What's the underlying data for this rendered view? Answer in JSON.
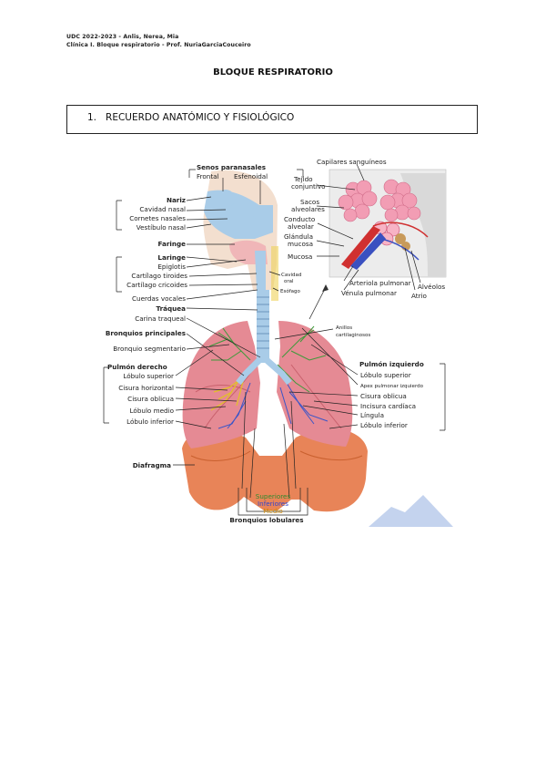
{
  "header": {
    "line1": "UDC 2022-2023 - Anlis, Nerea, Mia",
    "line2": "Clínica I. Bloque respiratorio - Prof. NuriaGarciaCouceiro"
  },
  "title": "BLOQUE RESPIRATORIO",
  "section": {
    "number": "1.",
    "text": "RECUERDO ANATÓMICO Y FISIOLÓGICO"
  },
  "diagram": {
    "labels": {
      "senos": "Senos paranasales",
      "frontal": "Frontal",
      "esfenoidal": "Esfenoidal",
      "nariz": "Nariz",
      "cavidad_nasal": "Cavidad nasal",
      "cornetes": "Cornetes nasales",
      "vestibulo": "Vestíbulo nasal",
      "faringe": "Faringe",
      "laringe": "Laringe",
      "epiglotis": "Epiglotis",
      "tiroides": "Cartílago tiroides",
      "cricoides": "Cartílago cricoides",
      "cuerdas": "Cuerdas vocales",
      "traquea": "Tráquea",
      "carina": "Carina traqueal",
      "bronquios_principales": "Bronquios principales",
      "bronquio_segmentario": "Bronquio segmentario",
      "pulmon_derecho": "Pulmón derecho",
      "lobulo_superior_d": "Lóbulo superior",
      "cisura_horizontal": "Cisura horizontal",
      "cisura_oblicua_d": "Cisura oblicua",
      "lobulo_medio": "Lóbulo medio",
      "lobulo_inferior_d": "Lóbulo inferior",
      "diafragma": "Diafragma",
      "capilares": "Capilares sanguíneos",
      "tejido1": "Tejido",
      "tejido2": "conjuntivo",
      "sacos1": "Sacos",
      "sacos2": "alveolares",
      "conducto1": "Conducto",
      "conducto2": "alveolar",
      "glandula1": "Glándula",
      "glandula2": "mucosa",
      "mucosa": "Mucosa",
      "arteriola": "Arteriola pulmonar",
      "venula": "Vénula pulmonar",
      "alveolos": "Alvéolos",
      "atrio": "Atrio",
      "cavidad_oral1": "Cavidad",
      "cavidad_oral2": "oral",
      "esofago": "Esófago",
      "anillos1": "Anillos",
      "anillos2": "cartilaginosos",
      "pulmon_izquierdo": "Pulmón izquierdo",
      "lobulo_superior_i": "Lóbulo superior",
      "apex": "Apex pulmonar izquierdo",
      "cisura_oblicua_i": "Cisura oblicua",
      "incisura": "Incisura cardíaca",
      "lingula": "Língula",
      "lobulo_inferior_i": "Lóbulo inferior",
      "superiores": "Superiores",
      "inferiores": "Inferiores",
      "medio": "Medio",
      "bronquios_lobulares": "Bronquios lobulares"
    },
    "colors": {
      "lung": "#e58a94",
      "diaphragm": "#e88458",
      "airway": "#a9cce8",
      "green_branch": "#3d9a3a",
      "yellow_branch": "#e2bf2a",
      "blue_branch": "#3a55c8",
      "label_green": "#2e8b2e",
      "label_blue": "#3344cc",
      "label_orange": "#d08a00"
    }
  }
}
